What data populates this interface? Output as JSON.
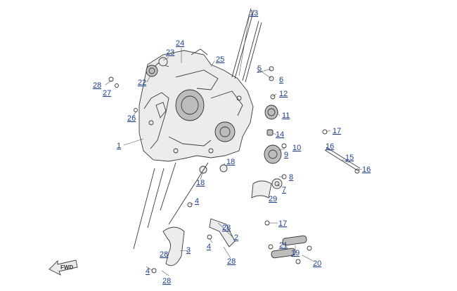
{
  "diagram": {
    "callouts": [
      {
        "id": "1"
      },
      {
        "id": "2"
      },
      {
        "id": "3"
      },
      {
        "id": "4a",
        "label": "4"
      },
      {
        "id": "4b",
        "label": "4"
      },
      {
        "id": "4c",
        "label": "4"
      },
      {
        "id": "5"
      },
      {
        "id": "6"
      },
      {
        "id": "7"
      },
      {
        "id": "8"
      },
      {
        "id": "9"
      },
      {
        "id": "10"
      },
      {
        "id": "11"
      },
      {
        "id": "12"
      },
      {
        "id": "13"
      },
      {
        "id": "14"
      },
      {
        "id": "15"
      },
      {
        "id": "16a",
        "label": "16"
      },
      {
        "id": "16b",
        "label": "16"
      },
      {
        "id": "17a",
        "label": "17"
      },
      {
        "id": "17b",
        "label": "17"
      },
      {
        "id": "18a",
        "label": "18"
      },
      {
        "id": "18b",
        "label": "18"
      },
      {
        "id": "19"
      },
      {
        "id": "20"
      },
      {
        "id": "21"
      },
      {
        "id": "22"
      },
      {
        "id": "23"
      },
      {
        "id": "24"
      },
      {
        "id": "25"
      },
      {
        "id": "26"
      },
      {
        "id": "27"
      },
      {
        "id": "28a",
        "label": "28"
      },
      {
        "id": "28b",
        "label": "28"
      },
      {
        "id": "28c",
        "label": "28"
      },
      {
        "id": "28d",
        "label": "28"
      },
      {
        "id": "28e",
        "label": "28"
      },
      {
        "id": "29"
      }
    ],
    "fwd_label": "FWD",
    "colors": {
      "callout": "#1f3f8f",
      "line": "#3a3a3a"
    }
  }
}
